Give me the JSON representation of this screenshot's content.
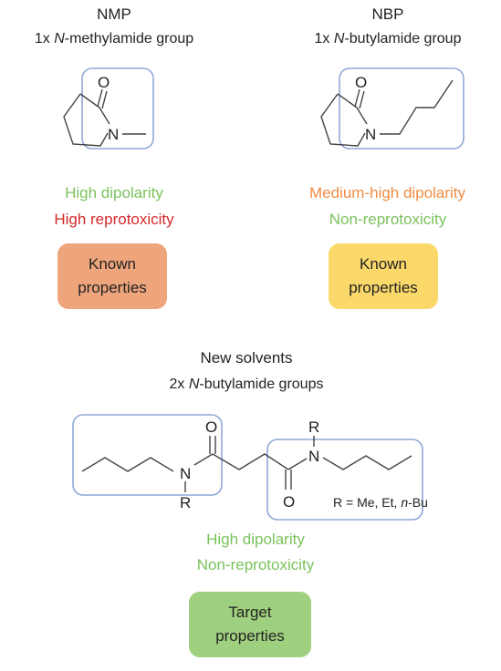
{
  "colors": {
    "green_text": "#7cc25c",
    "red_text": "#d42a2a",
    "orange_text": "#f08c44",
    "box_orange": "#eea57c",
    "box_yellow": "#fad86a",
    "box_green": "#9fd07f",
    "highlight_outline": "#8fa8d8"
  },
  "nmp": {
    "title": "NMP",
    "subtitle_prefix": "1x ",
    "subtitle_italic": "N",
    "subtitle_suffix": "-methylamide group",
    "atoms": {
      "oxygen": "O",
      "nitrogen": "N"
    },
    "properties": [
      "High dipolarity",
      "High reprotoxicity"
    ],
    "box_lines": [
      "Known",
      "properties"
    ]
  },
  "nbp": {
    "title": "NBP",
    "subtitle_prefix": "1x ",
    "subtitle_italic": "N",
    "subtitle_suffix": "-butylamide group",
    "atoms": {
      "oxygen": "O",
      "nitrogen": "N"
    },
    "properties": [
      "Medium-high dipolarity",
      "Non-reprotoxicity"
    ],
    "box_lines": [
      "Known",
      "properties"
    ]
  },
  "new": {
    "title": "New solvents",
    "subtitle_prefix": "2x ",
    "subtitle_italic": "N",
    "subtitle_suffix": "-butylamide groups",
    "atoms": {
      "oxygen_left": "O",
      "oxygen_right": "O",
      "nitrogen_left": "N",
      "nitrogen_right": "N",
      "r_left": "R",
      "r_right": "R"
    },
    "r_note_prefix": "R = Me, Et, ",
    "r_note_italic": "n",
    "r_note_suffix": "-Bu",
    "properties": [
      "High dipolarity",
      "Non-reprotoxicity"
    ],
    "box_lines": [
      "Target",
      "properties"
    ]
  }
}
